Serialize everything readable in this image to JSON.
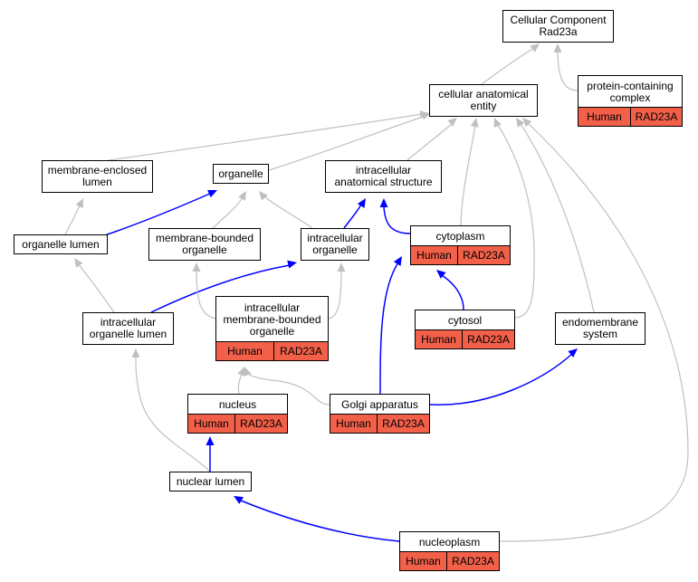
{
  "colors": {
    "is_a_edge": "#c0c0c0",
    "part_of_edge": "#0000ff",
    "annotation_fill": "#f26049",
    "node_border": "#000000"
  },
  "nodes": {
    "root": {
      "label": "Cellular Component\nRad23a"
    },
    "cae": {
      "label": "cellular anatomical\nentity"
    },
    "pcc": {
      "label": "protein-containing\ncomplex",
      "species": "Human",
      "gene": "RAD23A"
    },
    "mel": {
      "label": "membrane-enclosed\nlumen"
    },
    "org": {
      "label": "organelle"
    },
    "ias": {
      "label": "intracellular\nanatomical structure"
    },
    "orglum": {
      "label": "organelle lumen"
    },
    "mbo": {
      "label": "membrane-bounded\norganelle"
    },
    "io": {
      "label": "intracellular\norganelle"
    },
    "cyto": {
      "label": "cytoplasm",
      "species": "Human",
      "gene": "RAD23A"
    },
    "iol": {
      "label": "intracellular\norganelle lumen"
    },
    "imbo": {
      "label": "intracellular\nmembrane-bounded\norganelle",
      "species": "Human",
      "gene": "RAD23A"
    },
    "cytosol": {
      "label": "cytosol",
      "species": "Human",
      "gene": "RAD23A"
    },
    "endo": {
      "label": "endomembrane\nsystem"
    },
    "nuc": {
      "label": "nucleus",
      "species": "Human",
      "gene": "RAD23A"
    },
    "golgi": {
      "label": "Golgi apparatus",
      "species": "Human",
      "gene": "RAD23A"
    },
    "nl": {
      "label": "nuclear lumen"
    },
    "np": {
      "label": "nucleoplasm",
      "species": "Human",
      "gene": "RAD23A"
    }
  }
}
